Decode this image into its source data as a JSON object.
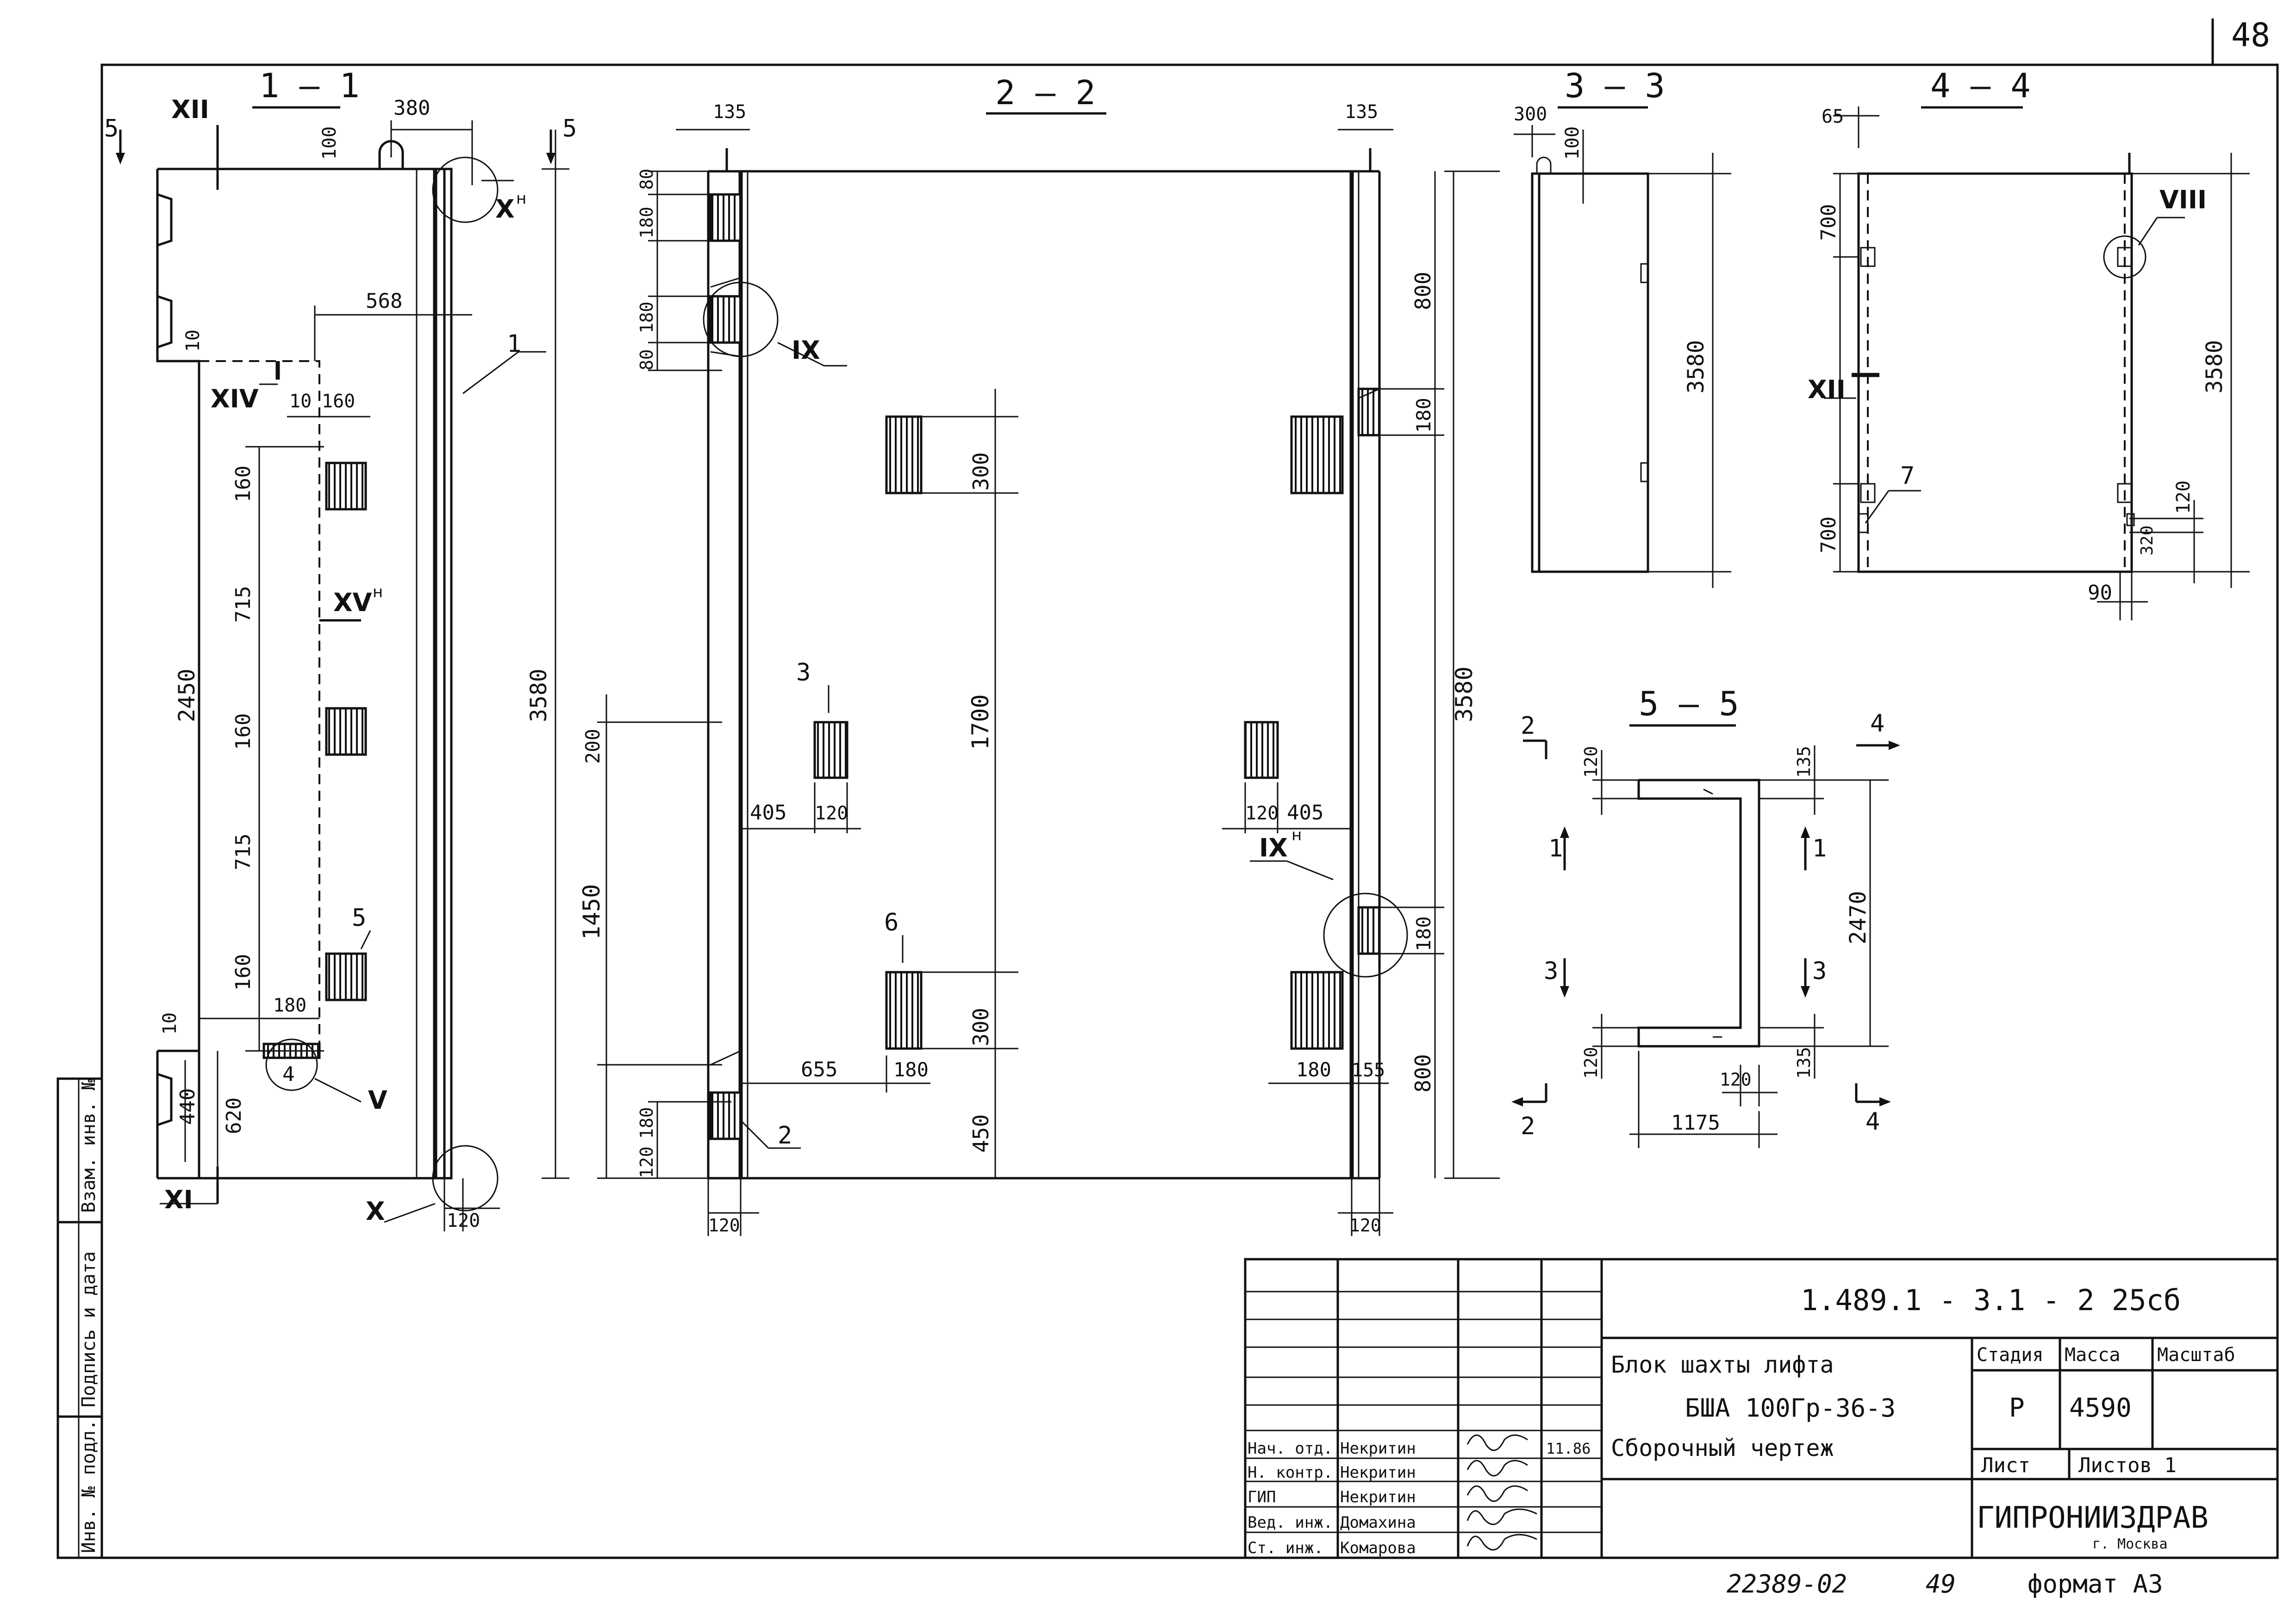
{
  "page": {
    "number": "48",
    "bottom_code": "22389-02",
    "bottom_page": "49",
    "format": "формат А3"
  },
  "sections": {
    "s11": {
      "title": "1 — 1"
    },
    "s22": {
      "title": "2 — 2"
    },
    "s33": {
      "title": "3 — 3"
    },
    "s44": {
      "title": "4 — 4"
    },
    "s55": {
      "title": "5 — 5"
    }
  },
  "view11": {
    "dims": {
      "d380": "380",
      "d100": "100",
      "d568": "568",
      "d10a": "10",
      "d10b": "10",
      "d160a": "160",
      "d160b": "160",
      "d715a": "715",
      "d160c": "160",
      "d715b": "715",
      "d160d": "160",
      "d2450": "2450",
      "d3580": "3580",
      "d10c": "10",
      "d180": "180",
      "d440": "440",
      "d620": "620",
      "d120": "120"
    },
    "marks": {
      "xii": "XII",
      "xiv": "XIV",
      "xv": "XV",
      "xv_sup": "н",
      "x_top": "X",
      "x_top_sup": "н",
      "x_bot": "X",
      "xi": "XI",
      "v": "V",
      "p1": "1",
      "p4": "4",
      "p5": "5",
      "cut5a": "5",
      "cut5b": "5"
    }
  },
  "view22": {
    "dims": {
      "d135a": "135",
      "d135b": "135",
      "d80a": "80",
      "d180a": "180",
      "d80b": "80",
      "d180b": "180",
      "d800a": "800",
      "d180c": "180",
      "d300a": "300",
      "d1700": "1700",
      "d3580": "3580",
      "d200": "200",
      "d405a": "405",
      "d120a": "120",
      "d120b": "120",
      "d405b": "405",
      "d1450": "1450",
      "d180d": "180",
      "d655": "655",
      "d180e": "180",
      "d300b": "300",
      "d180f": "180",
      "d155": "155",
      "d800b": "800",
      "d180g": "180",
      "d120c": "120",
      "d450": "450",
      "d120d": "120",
      "d120e": "120"
    },
    "marks": {
      "ix": "IX",
      "ixh": "IX",
      "ixh_sup": "н",
      "p2": "2",
      "p3": "3",
      "p6": "6"
    }
  },
  "view33": {
    "dims": {
      "d300": "300",
      "d100": "100",
      "d3580": "3580"
    }
  },
  "view44": {
    "dims": {
      "d65": "65",
      "d700a": "700",
      "d700b": "700",
      "d3580": "3580",
      "d120": "120",
      "d320": "320",
      "d90": "90"
    },
    "marks": {
      "viii": "VIII",
      "xii": "XII",
      "p7": "7"
    }
  },
  "view55": {
    "dims": {
      "d120a": "120",
      "d135a": "135",
      "d2470": "2470",
      "d120b": "120",
      "d120c": "120",
      "d135b": "135",
      "d1175": "1175"
    },
    "marks": {
      "c2a": "2",
      "c2b": "2",
      "c1a": "1",
      "c1b": "1",
      "c3a": "3",
      "c3b": "3",
      "c4a": "4",
      "c4b": "4"
    }
  },
  "side_stamp": {
    "cells": [
      "Инв. № подл.",
      "Подпись и дата",
      "Взам. инв. №"
    ]
  },
  "title_block": {
    "code": "1.489.1 - 3.1 - 2  25сб",
    "title_line1": "Блок  шахты  лифта",
    "title_line2": "БША 100Гр-36-3",
    "title_line3": "Сборочный   чертеж",
    "col_stage": "Стадия",
    "col_mass": "Масса",
    "col_scale": "Масштаб",
    "stage": "Р",
    "mass": "4590",
    "sheet_label": "Лист",
    "sheets_label": "Листов 1",
    "org": "ГИПРОНИИЗДРАВ",
    "city": "г. Москва",
    "date": "11.86",
    "signers": [
      {
        "role": "Нач. отд.",
        "name": "Некритин"
      },
      {
        "role": "Н. контр.",
        "name": "Некритин"
      },
      {
        "role": "ГИП",
        "name": "Некритин"
      },
      {
        "role": "Вед. инж.",
        "name": "Домахина"
      },
      {
        "role": "Ст. инж.",
        "name": "Комарова"
      }
    ]
  }
}
